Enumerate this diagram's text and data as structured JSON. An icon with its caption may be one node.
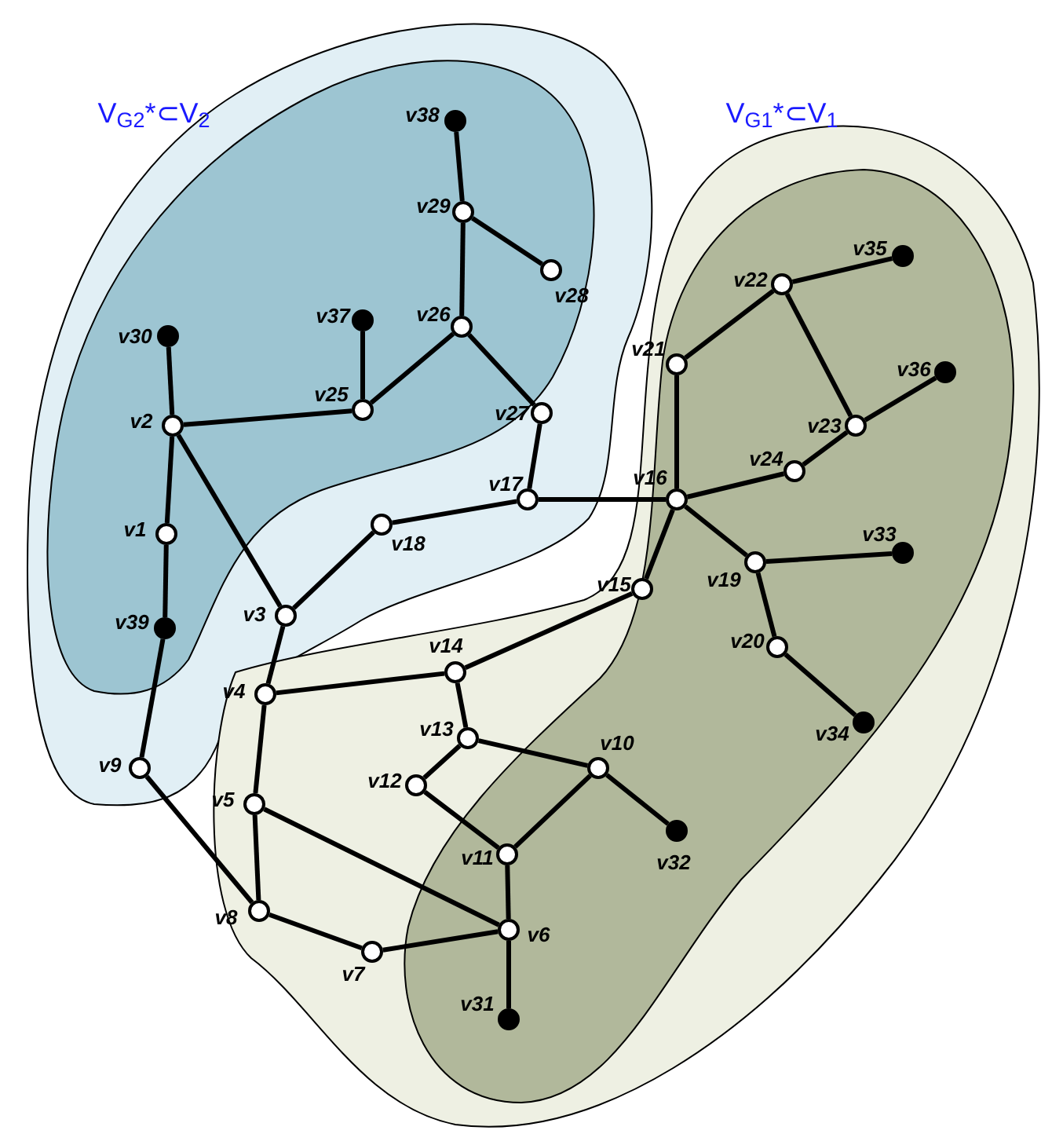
{
  "diagram": {
    "nodes": [
      {
        "text": [],
        "shape": "dot",
        "beside": [
          "v38"
        ]
      },
      {
        "text": [],
        "shape": "circle",
        "beside": [
          "v29"
        ]
      },
      {
        "text": [],
        "shape": "circle",
        "beside": [
          "v28"
        ]
      },
      {
        "text": [],
        "shape": "dot",
        "beside": [
          "v35"
        ]
      },
      {
        "text": [],
        "shape": "circle",
        "beside": [
          "v22"
        ]
      },
      {
        "text": [],
        "shape": "dot",
        "beside": [
          "v37"
        ]
      },
      {
        "text": [],
        "shape": "circle",
        "beside": [
          "v26"
        ]
      },
      {
        "text": [],
        "shape": "dot",
        "beside": [
          "v30"
        ]
      },
      {
        "text": [],
        "shape": "circle",
        "beside": [
          "v21"
        ]
      },
      {
        "text": [],
        "shape": "dot",
        "beside": [
          "v36"
        ]
      },
      {
        "text": [],
        "shape": "circle",
        "beside": [
          "v25"
        ]
      },
      {
        "text": [],
        "shape": "circle",
        "beside": [
          "v27"
        ]
      },
      {
        "text": [],
        "shape": "circle",
        "beside": [
          "v2"
        ]
      },
      {
        "text": [],
        "shape": "circle",
        "beside": [
          "v23"
        ]
      },
      {
        "text": [],
        "shape": "circle",
        "beside": [
          "v24"
        ]
      },
      {
        "text": [],
        "shape": "circle",
        "beside": [
          "v17"
        ]
      },
      {
        "text": [],
        "shape": "circle",
        "beside": [
          "v16"
        ]
      },
      {
        "text": [],
        "shape": "circle",
        "beside": [
          "v18"
        ]
      },
      {
        "text": [],
        "shape": "circle",
        "beside": [
          "v1"
        ]
      },
      {
        "text": [],
        "shape": "dot",
        "beside": [
          "v33"
        ]
      },
      {
        "text": [],
        "shape": "circle",
        "beside": [
          "v19"
        ]
      },
      {
        "text": [],
        "shape": "circle",
        "beside": [
          "v15"
        ]
      },
      {
        "text": [],
        "shape": "circle",
        "beside": [
          "v3"
        ]
      },
      {
        "text": [],
        "shape": "dot",
        "beside": [
          "v39"
        ]
      },
      {
        "text": [],
        "shape": "circle",
        "beside": [
          "v20"
        ]
      },
      {
        "text": [],
        "shape": "circle",
        "beside": [
          "v14"
        ]
      },
      {
        "text": [],
        "shape": "circle",
        "beside": [
          "v4"
        ]
      },
      {
        "text": [],
        "shape": "dot",
        "beside": [
          "v34"
        ]
      },
      {
        "text": [],
        "shape": "circle",
        "beside": [
          "v13"
        ]
      },
      {
        "text": [],
        "shape": "circle",
        "beside": [
          "v9"
        ]
      },
      {
        "text": [],
        "shape": "circle",
        "beside": [
          "v10"
        ]
      },
      {
        "text": [],
        "shape": "circle",
        "beside": [
          "v12"
        ]
      },
      {
        "text": [],
        "shape": "circle",
        "beside": [
          "v5"
        ]
      },
      {
        "text": [],
        "shape": "dot",
        "beside": [
          "v32"
        ]
      },
      {
        "text": [],
        "shape": "circle",
        "beside": [
          "v11"
        ]
      },
      {
        "text": [],
        "shape": "circle",
        "beside": [
          "v8"
        ]
      },
      {
        "text": [],
        "shape": "circle",
        "beside": [
          "v6"
        ]
      },
      {
        "text": [],
        "shape": "circle",
        "beside": [
          "v7"
        ]
      },
      {
        "text": [],
        "shape": "dot",
        "beside": [
          "v31"
        ]
      }
    ],
    "edges": [
      {
        "from": 0,
        "to": 1,
        "arrow": "none"
      },
      {
        "from": 1,
        "to": 2,
        "arrow": "none"
      },
      {
        "from": 1,
        "to": 6,
        "arrow": "none"
      },
      {
        "from": 6,
        "to": 10,
        "arrow": "none"
      },
      {
        "from": 6,
        "to": 11,
        "arrow": "none"
      },
      {
        "from": 5,
        "to": 10,
        "arrow": "none"
      },
      {
        "from": 10,
        "to": 12,
        "arrow": "none"
      },
      {
        "from": 7,
        "to": 12,
        "arrow": "none"
      },
      {
        "from": 12,
        "to": 18,
        "arrow": "none"
      },
      {
        "from": 12,
        "to": 22,
        "arrow": "none"
      },
      {
        "from": 18,
        "to": 23,
        "arrow": "none"
      },
      {
        "from": 23,
        "to": 29,
        "arrow": "none"
      },
      {
        "from": 29,
        "to": 35,
        "arrow": "none"
      },
      {
        "from": 22,
        "to": 17,
        "arrow": "none"
      },
      {
        "from": 17,
        "to": 15,
        "arrow": "none"
      },
      {
        "from": 11,
        "to": 15,
        "arrow": "none"
      },
      {
        "from": 15,
        "to": 16,
        "arrow": "none"
      },
      {
        "from": 22,
        "to": 26,
        "arrow": "none"
      },
      {
        "from": 26,
        "to": 25,
        "arrow": "none"
      },
      {
        "from": 25,
        "to": 21,
        "arrow": "none"
      },
      {
        "from": 21,
        "to": 16,
        "arrow": "none"
      },
      {
        "from": 25,
        "to": 28,
        "arrow": "none"
      },
      {
        "from": 28,
        "to": 31,
        "arrow": "none"
      },
      {
        "from": 28,
        "to": 30,
        "arrow": "none"
      },
      {
        "from": 31,
        "to": 34,
        "arrow": "none"
      },
      {
        "from": 30,
        "to": 34,
        "arrow": "none"
      },
      {
        "from": 30,
        "to": 33,
        "arrow": "none"
      },
      {
        "from": 34,
        "to": 36,
        "arrow": "none"
      },
      {
        "from": 36,
        "to": 38,
        "arrow": "none"
      },
      {
        "from": 37,
        "to": 36,
        "arrow": "none"
      },
      {
        "from": 35,
        "to": 37,
        "arrow": "none"
      },
      {
        "from": 32,
        "to": 36,
        "arrow": "none"
      },
      {
        "from": 26,
        "to": 32,
        "arrow": "none"
      },
      {
        "from": 32,
        "to": 35,
        "arrow": "none"
      },
      {
        "from": 16,
        "to": 8,
        "arrow": "none"
      },
      {
        "from": 8,
        "to": 4,
        "arrow": "none"
      },
      {
        "from": 4,
        "to": 3,
        "arrow": "none"
      },
      {
        "from": 4,
        "to": 13,
        "arrow": "none"
      },
      {
        "from": 13,
        "to": 9,
        "arrow": "none"
      },
      {
        "from": 13,
        "to": 14,
        "arrow": "none"
      },
      {
        "from": 14,
        "to": 16,
        "arrow": "none"
      },
      {
        "from": 16,
        "to": 20,
        "arrow": "none"
      },
      {
        "from": 20,
        "to": 19,
        "arrow": "none"
      },
      {
        "from": 20,
        "to": 24,
        "arrow": "none"
      },
      {
        "from": 24,
        "to": 27,
        "arrow": "none"
      }
    ],
    "labels": [
      "V$_{G2}$*⊂V$_{2}$",
      "V$_{G1}$*⊂V$_{1}$"
    ]
  }
}
